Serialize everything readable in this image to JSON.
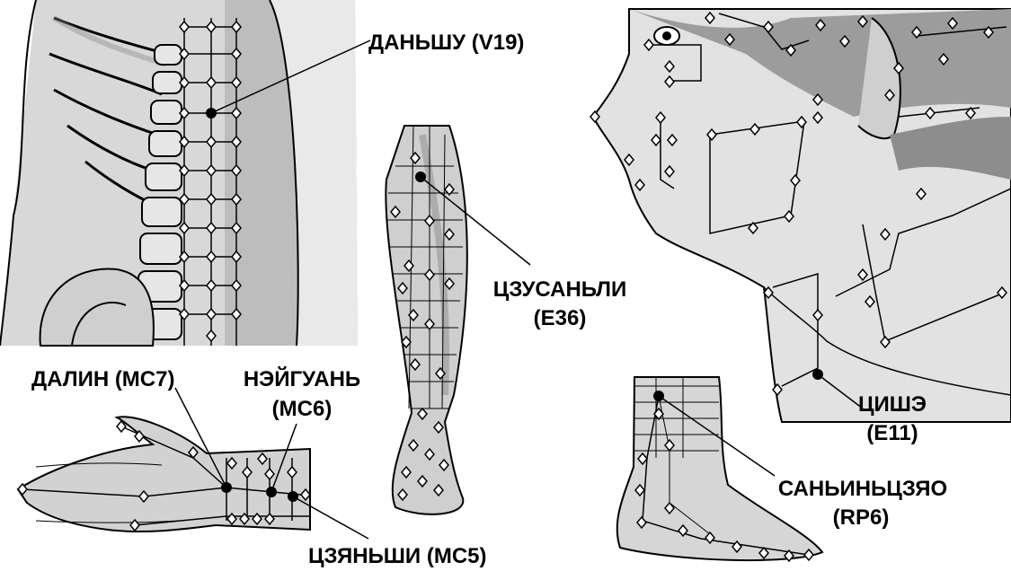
{
  "labels": {
    "danshu": "ДАНЬШУ (V19)",
    "czusanli_1": "ЦЗУСАНЬЛИ",
    "czusanli_2": "(E36)",
    "dalin": "ДАЛИН (МС7)",
    "neiguan_1": "НЭЙГУАНЬ",
    "neiguan_2": "(МС6)",
    "czyanshi": "ЦЗЯНЬШИ (МС5)",
    "cishe_1": "ЦИШЭ",
    "cishe_2": "(E11)",
    "sanyinjiao_1": "САНЬИНЬЦЗЯО",
    "sanyinjiao_2": "(RP6)"
  },
  "colors": {
    "background": "#ffffff",
    "ink": "#000000",
    "skin_light": "#e8e8e8",
    "skin_mid": "#c9c9c9",
    "skin_dark": "#9a9a9a",
    "bone": "#d9d9d9",
    "acupoint_marker": "#ffffff",
    "highlight_point": "#000000"
  },
  "icons": {
    "acupoint": "diamond",
    "highlight_point": "filled-circle"
  }
}
